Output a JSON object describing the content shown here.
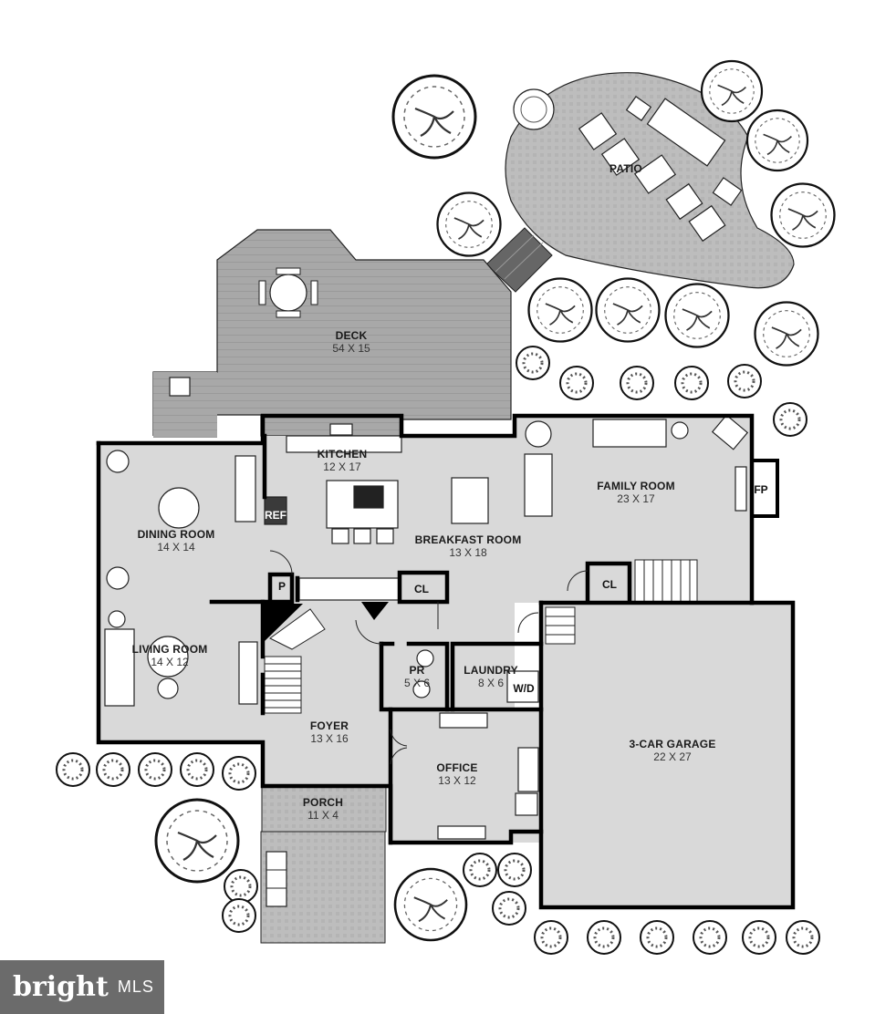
{
  "rooms": {
    "patio": {
      "name": "PATIO",
      "dims": ""
    },
    "deck": {
      "name": "DECK",
      "dims": "54 X 15"
    },
    "kitchen": {
      "name": "KITCHEN",
      "dims": "12 X 17"
    },
    "family": {
      "name": "FAMILY ROOM",
      "dims": "23 X 17"
    },
    "dining": {
      "name": "DINING ROOM",
      "dims": "14 X 14"
    },
    "breakfast": {
      "name": "BREAKFAST ROOM",
      "dims": "13 X 18"
    },
    "living": {
      "name": "LIVING ROOM",
      "dims": "14 X 12"
    },
    "powder": {
      "name": "PR",
      "dims": "5 X 6"
    },
    "laundry": {
      "name": "LAUNDRY",
      "dims": "8 X 6"
    },
    "foyer": {
      "name": "FOYER",
      "dims": "13 X 16"
    },
    "office": {
      "name": "OFFICE",
      "dims": "13 X 12"
    },
    "garage": {
      "name": "3-CAR GARAGE",
      "dims": "22 X 27"
    },
    "porch": {
      "name": "PORCH",
      "dims": "11 X 4"
    }
  },
  "tags": {
    "ref": "REF",
    "fp": "FP",
    "pantry": "P",
    "closet_foyer": "CL",
    "closet_family": "CL",
    "wd": "W/D"
  },
  "logo": {
    "brand": "bright",
    "suffix": "MLS"
  },
  "colors": {
    "floor": "#d9d9d9",
    "deck": "#a9a9a9",
    "wall": "#000000",
    "patio": "#bdbdbd"
  }
}
